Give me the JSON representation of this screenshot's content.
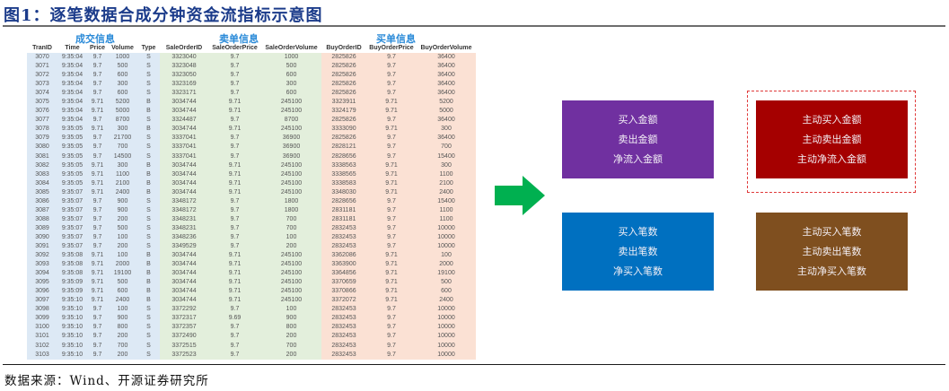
{
  "figure": {
    "title": "图1：逐笔数据合成分钟资金流指标示意图",
    "source": "数据来源：Wind、开源证券研究所"
  },
  "table": {
    "groups": [
      {
        "label": "成交信息",
        "color": "#dde9f5"
      },
      {
        "label": "卖单信息",
        "color": "#e3efdc"
      },
      {
        "label": "买单信息",
        "color": "#fbe1d4"
      }
    ],
    "columns": [
      "TranID",
      "Time",
      "Price",
      "Volume",
      "Type",
      "SaleOrderID",
      "SaleOrderPrice",
      "SaleOrderVolume",
      "BuyOrderID",
      "BuyOrderPrice",
      "BuyOrderVolume"
    ],
    "rows": [
      [
        "3070",
        "9:35:04",
        "9.7",
        "1000",
        "S",
        "3323040",
        "9.7",
        "1000",
        "2825826",
        "9.7",
        "36400"
      ],
      [
        "3071",
        "9:35:04",
        "9.7",
        "500",
        "S",
        "3323048",
        "9.7",
        "500",
        "2825826",
        "9.7",
        "36400"
      ],
      [
        "3072",
        "9:35:04",
        "9.7",
        "600",
        "S",
        "3323050",
        "9.7",
        "600",
        "2825826",
        "9.7",
        "36400"
      ],
      [
        "3073",
        "9:35:04",
        "9.7",
        "300",
        "S",
        "3323169",
        "9.7",
        "300",
        "2825826",
        "9.7",
        "36400"
      ],
      [
        "3074",
        "9:35:04",
        "9.7",
        "600",
        "S",
        "3323171",
        "9.7",
        "600",
        "2825826",
        "9.7",
        "36400"
      ],
      [
        "3075",
        "9:35:04",
        "9.71",
        "5200",
        "B",
        "3034744",
        "9.71",
        "245100",
        "3323911",
        "9.71",
        "5200"
      ],
      [
        "3076",
        "9:35:04",
        "9.71",
        "5000",
        "B",
        "3034744",
        "9.71",
        "245100",
        "3324179",
        "9.71",
        "5000"
      ],
      [
        "3077",
        "9:35:04",
        "9.7",
        "8700",
        "S",
        "3324487",
        "9.7",
        "8700",
        "2825826",
        "9.7",
        "36400"
      ],
      [
        "3078",
        "9:35:05",
        "9.71",
        "300",
        "B",
        "3034744",
        "9.71",
        "245100",
        "3333090",
        "9.71",
        "300"
      ],
      [
        "3079",
        "9:35:05",
        "9.7",
        "21700",
        "S",
        "3337041",
        "9.7",
        "36900",
        "2825826",
        "9.7",
        "36400"
      ],
      [
        "3080",
        "9:35:05",
        "9.7",
        "700",
        "S",
        "3337041",
        "9.7",
        "36900",
        "2828121",
        "9.7",
        "700"
      ],
      [
        "3081",
        "9:35:05",
        "9.7",
        "14500",
        "S",
        "3337041",
        "9.7",
        "36900",
        "2828656",
        "9.7",
        "15400"
      ],
      [
        "3082",
        "9:35:05",
        "9.71",
        "300",
        "B",
        "3034744",
        "9.71",
        "245100",
        "3338563",
        "9.71",
        "300"
      ],
      [
        "3083",
        "9:35:05",
        "9.71",
        "1100",
        "B",
        "3034744",
        "9.71",
        "245100",
        "3338565",
        "9.71",
        "1100"
      ],
      [
        "3084",
        "9:35:05",
        "9.71",
        "2100",
        "B",
        "3034744",
        "9.71",
        "245100",
        "3338583",
        "9.71",
        "2100"
      ],
      [
        "3085",
        "9:35:07",
        "9.71",
        "2400",
        "B",
        "3034744",
        "9.71",
        "245100",
        "3348030",
        "9.71",
        "2400"
      ],
      [
        "3086",
        "9:35:07",
        "9.7",
        "900",
        "S",
        "3348172",
        "9.7",
        "1800",
        "2828656",
        "9.7",
        "15400"
      ],
      [
        "3087",
        "9:35:07",
        "9.7",
        "900",
        "S",
        "3348172",
        "9.7",
        "1800",
        "2831181",
        "9.7",
        "1100"
      ],
      [
        "3088",
        "9:35:07",
        "9.7",
        "200",
        "S",
        "3348231",
        "9.7",
        "700",
        "2831181",
        "9.7",
        "1100"
      ],
      [
        "3089",
        "9:35:07",
        "9.7",
        "500",
        "S",
        "3348231",
        "9.7",
        "700",
        "2832453",
        "9.7",
        "10000"
      ],
      [
        "3090",
        "9:35:07",
        "9.7",
        "100",
        "S",
        "3348236",
        "9.7",
        "100",
        "2832453",
        "9.7",
        "10000"
      ],
      [
        "3091",
        "9:35:07",
        "9.7",
        "200",
        "S",
        "3349529",
        "9.7",
        "200",
        "2832453",
        "9.7",
        "10000"
      ],
      [
        "3092",
        "9:35:08",
        "9.71",
        "100",
        "B",
        "3034744",
        "9.71",
        "245100",
        "3362086",
        "9.71",
        "100"
      ],
      [
        "3093",
        "9:35:08",
        "9.71",
        "2000",
        "B",
        "3034744",
        "9.71",
        "245100",
        "3363900",
        "9.71",
        "2000"
      ],
      [
        "3094",
        "9:35:08",
        "9.71",
        "19100",
        "B",
        "3034744",
        "9.71",
        "245100",
        "3364856",
        "9.71",
        "19100"
      ],
      [
        "3095",
        "9:35:09",
        "9.71",
        "500",
        "B",
        "3034744",
        "9.71",
        "245100",
        "3370659",
        "9.71",
        "500"
      ],
      [
        "3096",
        "9:35:09",
        "9.71",
        "600",
        "B",
        "3034744",
        "9.71",
        "245100",
        "3370866",
        "9.71",
        "600"
      ],
      [
        "3097",
        "9:35:10",
        "9.71",
        "2400",
        "B",
        "3034744",
        "9.71",
        "245100",
        "3372072",
        "9.71",
        "2400"
      ],
      [
        "3098",
        "9:35:10",
        "9.7",
        "100",
        "S",
        "3372292",
        "9.7",
        "100",
        "2832453",
        "9.7",
        "10000"
      ],
      [
        "3099",
        "9:35:10",
        "9.7",
        "900",
        "S",
        "3372317",
        "9.69",
        "900",
        "2832453",
        "9.7",
        "10000"
      ],
      [
        "3100",
        "9:35:10",
        "9.7",
        "800",
        "S",
        "3372357",
        "9.7",
        "800",
        "2832453",
        "9.7",
        "10000"
      ],
      [
        "3101",
        "9:35:10",
        "9.7",
        "200",
        "S",
        "3372490",
        "9.7",
        "200",
        "2832453",
        "9.7",
        "10000"
      ],
      [
        "3102",
        "9:35:10",
        "9.7",
        "700",
        "S",
        "3372515",
        "9.7",
        "700",
        "2832453",
        "9.7",
        "10000"
      ],
      [
        "3103",
        "9:35:10",
        "9.7",
        "200",
        "S",
        "3372523",
        "9.7",
        "200",
        "2832453",
        "9.7",
        "10000"
      ]
    ]
  },
  "arrow": {
    "icon": "right-arrow-icon",
    "color": "#00b050"
  },
  "boxes": {
    "amount": {
      "color": "#7030a0",
      "lines": [
        "买入金额",
        "卖出金额",
        "净流入金额"
      ]
    },
    "active_amount": {
      "color": "#a50000",
      "lines": [
        "主动买入金额",
        "主动卖出金额",
        "主动净流入金额"
      ],
      "highlight_border": "#e03a3a"
    },
    "count": {
      "color": "#0070c0",
      "lines": [
        "买入笔数",
        "卖出笔数",
        "净买入笔数"
      ]
    },
    "active_count": {
      "color": "#7f4f1f",
      "lines": [
        "主动买入笔数",
        "主动卖出笔数",
        "主动净买入笔数"
      ]
    }
  }
}
